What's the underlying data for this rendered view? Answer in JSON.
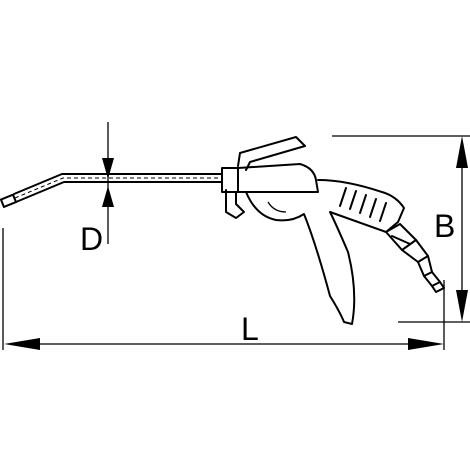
{
  "diagram": {
    "labels": {
      "diameter": "D",
      "length": "L",
      "height": "B"
    }
  }
}
